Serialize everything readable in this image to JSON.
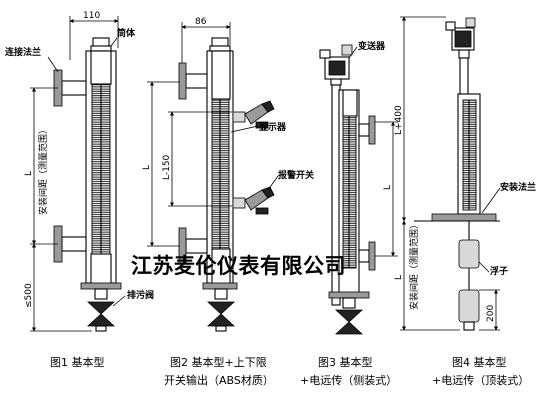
{
  "watermark": "江苏麦伦仪表有限公司",
  "figures": [
    {
      "caption_line1": "图1 基本型",
      "caption_line2": "",
      "labels": {
        "flange": "连接法兰",
        "cylinder": "筒体",
        "drain": "排污阀"
      },
      "dims": {
        "width": "110",
        "height": "L",
        "height_note": "安装间距（测量范围）",
        "bottom": "≤500"
      }
    },
    {
      "caption_line1": "图2 基本型+上下限",
      "caption_line2": "开关输出（ABS材质）",
      "labels": {
        "indicator": "显示器",
        "alarm_switch": "报警开关"
      },
      "dims": {
        "width": "86",
        "height": "L",
        "inner": "L-150"
      }
    },
    {
      "caption_line1": "图3 基本型",
      "caption_line2": "+电远传（侧装式）",
      "labels": {
        "transmitter": "变送器"
      },
      "dims": {
        "height": "L"
      }
    },
    {
      "caption_line1": "图4 基本型",
      "caption_line2": "+电远传（顶装式）",
      "labels": {
        "mount_flange": "安装法兰",
        "float": "浮子"
      },
      "dims": {
        "top": "L+400",
        "height": "L",
        "height_note": "安装间距（测量范围）",
        "float_h": "200"
      }
    }
  ]
}
